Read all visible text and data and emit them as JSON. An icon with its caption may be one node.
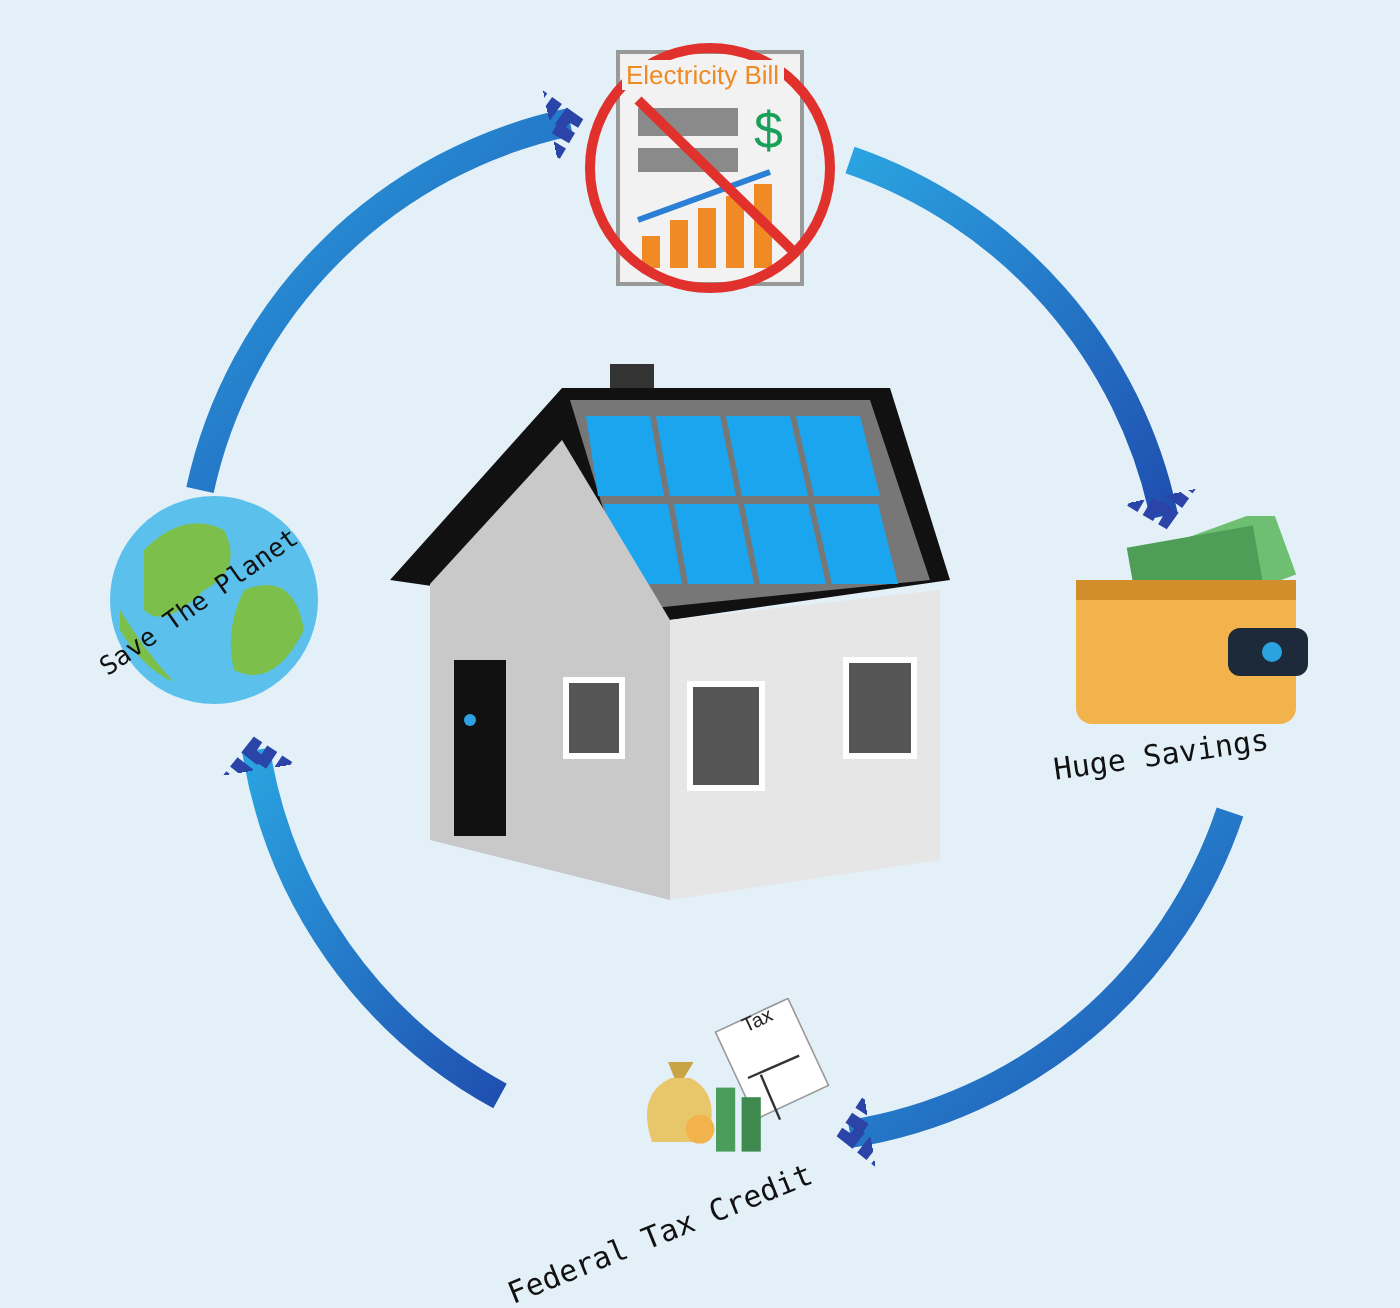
{
  "diagram": {
    "nodes": [
      {
        "text": [
          "Electricity Bill",
          "$"
        ]
      },
      {
        "text": [
          "Huge Savings"
        ]
      },
      {
        "text": [
          "Tax",
          "Federal Tax Credit"
        ]
      },
      {
        "text": [
          "Save The Planet"
        ]
      }
    ],
    "edges": [
      {
        "from": 0,
        "to": 1,
        "arrow": "to"
      },
      {
        "from": 1,
        "to": 2,
        "arrow": "to"
      },
      {
        "from": 2,
        "to": 3,
        "arrow": "to"
      },
      {
        "from": 3,
        "to": 0,
        "arrow": "to"
      }
    ]
  }
}
